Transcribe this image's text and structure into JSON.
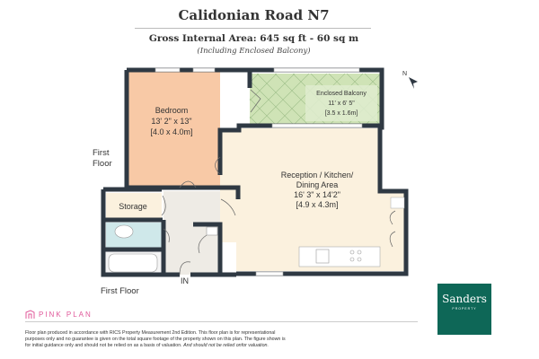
{
  "header": {
    "title": "Calidonian Road N7",
    "gross_internal_area": "Gross Internal Area: 645 sq ft - 60 sq m",
    "note": "(Including Enclosed Balcony)"
  },
  "plan": {
    "floor_label_side": [
      "First",
      "Floor"
    ],
    "floor_label_bottom": "First Floor",
    "entrance": "IN",
    "compass": "N",
    "rooms": [
      {
        "name": "Bedroom",
        "imperial": "13' 2\" x 13\"",
        "metric": "[4.0 x 4.0m]"
      },
      {
        "name": "Enclosed Balcony",
        "imperial": "11' x 6' 5\"",
        "metric": "[3.5 x 1.6m]"
      },
      {
        "name_lines": [
          "Reception / Kitchen/",
          "Dining Area"
        ],
        "imperial": "16' 3\" x 14'2\"",
        "metric": "[4.9 x 4.3m]"
      },
      {
        "name": "Storage"
      }
    ],
    "colors": {
      "wall": "#2f3943",
      "bedroom": "#f8c9a6",
      "balcony": "#cfe3b6",
      "reception": "#fbf1de",
      "bathroom": "#cfe8ea",
      "hall": "#eeebe5"
    }
  },
  "footer": {
    "brand": "PINK PLAN",
    "disclaimer": "Floor plan produced in accordance with RICS Property Measurement 2nd Edition. This floor plan is for representational purposes only and no guarantee is given on the total square footage of the property shown on this plan. The figure shown is for initial guidance only and should not be relied on as a basis of valuation.",
    "disclaimer_italic": "And should not be relied onfor valuation.",
    "agent_name": "Sanders",
    "agent_sub": "PROPERTY"
  }
}
